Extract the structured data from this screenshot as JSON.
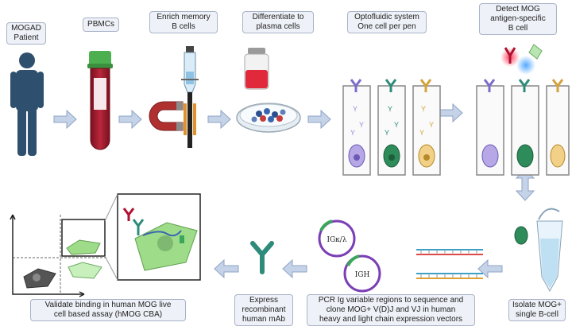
{
  "steps": {
    "s1": "MOGAD\nPatient",
    "s2": "PBMCs",
    "s3": "Enrich memory\nB cells",
    "s4": "Differentiate to\nplasma cells",
    "s5": "Optofluidic system\nOne cell per pen",
    "s6": "Detect MOG\nantigen-specific\nB cell",
    "s7": "Isolate MOG+\nsingle B-cell",
    "s8": "PCR Ig variable regions to sequence and\nclone MOG+ V(D)J and VJ in human\nheavy and light chain expression vectors",
    "s9": "Express\nrecombinant\nhuman mAb",
    "s10": "Validate binding in human MOG live\ncell based assay (hMOG CBA)"
  },
  "plasmids": {
    "light": "IGκ/λ",
    "heavy": "IGH"
  },
  "colors": {
    "label_bg": "#eef1f7",
    "label_border": "#a9b3c8",
    "arrow": "#c5d3e8",
    "arrow_stroke": "#8fa3c4",
    "patient": "#2f4f6e",
    "blood": "#9b1c2c",
    "cap_green": "#4caf50",
    "magnet": "#b03030",
    "antibody_green": "#2e8b7a",
    "cell_green": "#9fdc8a"
  }
}
